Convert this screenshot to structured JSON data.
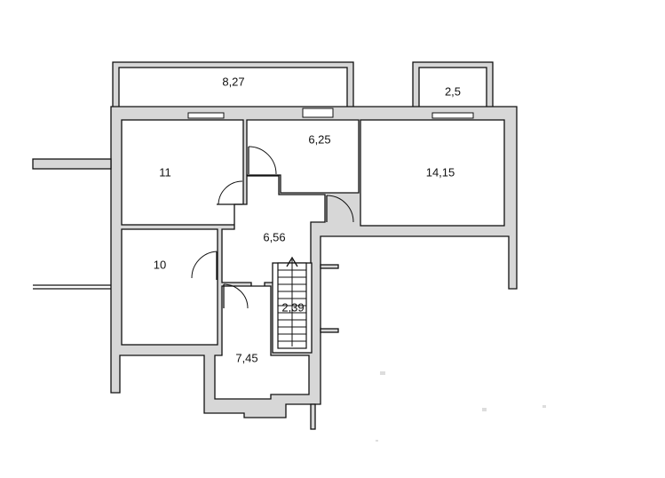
{
  "rooms": [
    {
      "id": "balcony-north",
      "area": "8,27"
    },
    {
      "id": "balcony-small",
      "area": "2,5"
    },
    {
      "id": "room-northwest",
      "area": "11"
    },
    {
      "id": "room-bath",
      "area": "6,25"
    },
    {
      "id": "room-living",
      "area": "14,15"
    },
    {
      "id": "room-hall",
      "area": "6,56"
    },
    {
      "id": "room-west",
      "area": "10"
    },
    {
      "id": "room-stair",
      "area": "2,39"
    },
    {
      "id": "room-entry",
      "area": "7,45"
    }
  ]
}
